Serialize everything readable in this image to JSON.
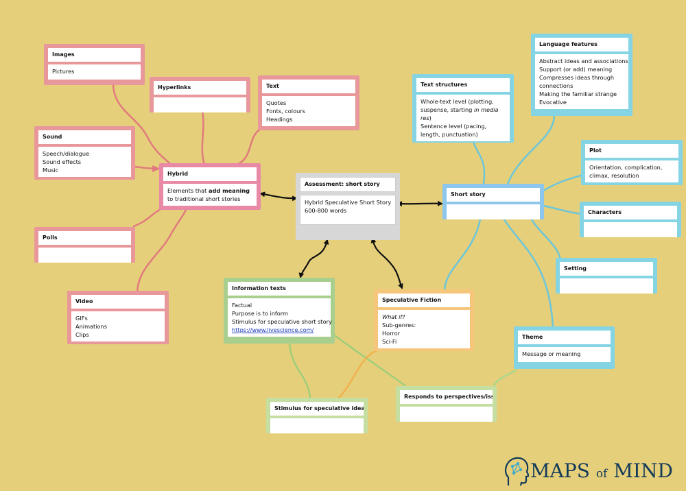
{
  "nodes": {
    "images": {
      "title": "Images",
      "lines": [
        "Pictures"
      ]
    },
    "hyperlinks": {
      "title": "Hyperlinks",
      "lines": []
    },
    "text": {
      "title": "Text",
      "lines": [
        "Quotes",
        "Fonts, colours",
        "Headings"
      ]
    },
    "sound": {
      "title": "Sound",
      "lines": [
        "Speech/dialogue",
        "Sound effects",
        "Music"
      ]
    },
    "hybrid": {
      "title": "Hybrid",
      "line_pre": "Elements that ",
      "line_bold": "add meaning",
      "line_post": " to traditional short stories"
    },
    "polls": {
      "title": "Polls",
      "lines": []
    },
    "video": {
      "title": "Video",
      "lines": [
        "GIFs",
        "Animations",
        "Clips"
      ]
    },
    "assessment": {
      "title": "Assessment: short story",
      "lines": [
        "Hybrid Speculative Short Story",
        "600-800 words"
      ]
    },
    "information_texts": {
      "title": "Information texts",
      "lines": [
        "Factual",
        "Purpose is to inform",
        "Stimulus for speculative short story"
      ],
      "link": "https://www.livescience.com/"
    },
    "speculative_fiction": {
      "title": "Speculative Fiction",
      "line_italic": "What if?",
      "lines": [
        "Sub-genres:",
        "Horror",
        "Sci-Fi"
      ]
    },
    "stimulus": {
      "title": "Stimulus for speculative ideas",
      "lines": []
    },
    "responds": {
      "title": "Responds to perspectives/issues",
      "lines": []
    },
    "text_structures": {
      "title": "Text structures",
      "line1_pre": "Whole-text level (plotting, suspense, starting ",
      "line1_italic": "in media res",
      "line1_post": ")",
      "line2": "Sentence level (pacing, length, punctuation)"
    },
    "language_features": {
      "title": "Language features",
      "lines": [
        "Abstract ideas and associations",
        "Support (or add) meaning",
        "Compresses ideas through connections",
        "Making the familiar strange",
        "Evocative"
      ]
    },
    "plot": {
      "title": "Plot",
      "lines": [
        "Orientation, complication, climax, resolution"
      ]
    },
    "short_story": {
      "title": "Short story",
      "lines": []
    },
    "characters": {
      "title": "Characters",
      "lines": []
    },
    "setting": {
      "title": "Setting",
      "lines": []
    },
    "theme": {
      "title": "Theme",
      "lines": [
        "Message or meaning"
      ]
    }
  },
  "logo": {
    "part1": "MAPS ",
    "part2": "of",
    "part3": " MIND"
  },
  "colors": {
    "background": "#f5e68f",
    "pink": "#e8979a",
    "hybrid": "#e88aa6",
    "blue": "#84d4e4",
    "green": "#a8cf8e",
    "orange": "#f6c67c",
    "logo": "#123a59"
  }
}
